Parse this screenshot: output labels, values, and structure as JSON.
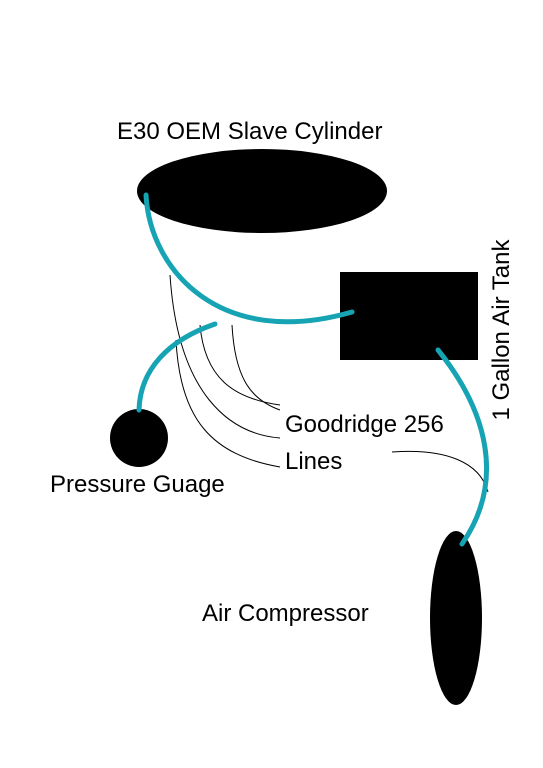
{
  "labels": {
    "slave_cylinder": "E30 OEM Slave Cylinder",
    "air_tank": "1 Gallon Air Tank",
    "lines_line1": "Goodridge 256",
    "lines_line2": "Lines",
    "pressure_gauge": "Pressure Guage",
    "air_compressor": "Air Compressor"
  },
  "colors": {
    "line": "#16a3b3",
    "component": "#000000",
    "leader": "#000000",
    "background": "#ffffff"
  }
}
